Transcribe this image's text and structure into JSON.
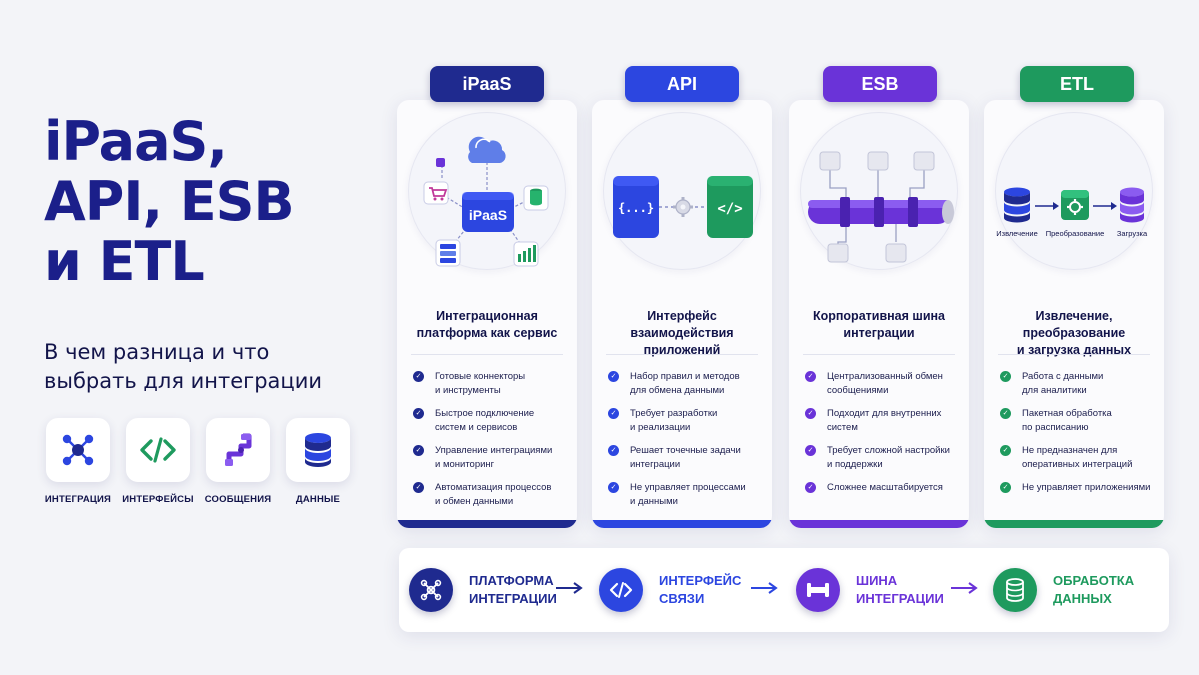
{
  "title": {
    "line1": "iPaaS,",
    "line2": "API, ESB",
    "line3": "и ETL"
  },
  "subtitle": {
    "line1": "В чем разница и что",
    "line2": "выбрать для интеграции"
  },
  "categories": [
    {
      "label": "ИНТЕГРАЦИЯ",
      "icon": "network-hub-icon"
    },
    {
      "label": "ИНТЕРФЕЙСЫ",
      "icon": "code-brackets-icon"
    },
    {
      "label": "СООБЩЕНИЯ",
      "icon": "message-pipe-icon"
    },
    {
      "label": "ДАННЫЕ",
      "icon": "database-icon"
    }
  ],
  "cards": [
    {
      "tab": "iPaaS",
      "color": "#1f2a8f",
      "illustration_label": "iPaaS",
      "title_line1": "Интеграционная",
      "title_line2": "платформа как сервис",
      "features": [
        {
          "l1": "Готовые коннекторы",
          "l2": "и инструменты"
        },
        {
          "l1": "Быстрое подключение",
          "l2": "систем и сервисов"
        },
        {
          "l1": "Управление интеграциями",
          "l2": "и мониторинг"
        },
        {
          "l1": "Автоматизация процессов",
          "l2": "и обмен данными"
        }
      ]
    },
    {
      "tab": "API",
      "color": "#2c46e0",
      "illustration_label_left": "{...}",
      "illustration_label_right": "</>",
      "title_line1": "Интерфейс взаимодействия",
      "title_line2": "приложений",
      "features": [
        {
          "l1": "Набор правил и методов",
          "l2": "для обмена данными"
        },
        {
          "l1": "Требует разработки",
          "l2": "и реализации"
        },
        {
          "l1": "Решает точечные задачи",
          "l2": "интеграции"
        },
        {
          "l1": "Не управляет процессами",
          "l2": "и данными"
        }
      ]
    },
    {
      "tab": "ESB",
      "color": "#6a33d8",
      "title_line1": "Корпоративная шина",
      "title_line2": "интеграции",
      "features": [
        {
          "l1": "Централизованный обмен",
          "l2": "сообщениями"
        },
        {
          "l1": "Подходит для внутренних",
          "l2": "систем"
        },
        {
          "l1": "Требует сложной настройки",
          "l2": "и поддержки"
        },
        {
          "l1": "Сложнее масштабируется",
          "l2": ""
        }
      ]
    },
    {
      "tab": "ETL",
      "color": "#1e9a5e",
      "illustration_labels": [
        "Извлечение",
        "Преобразование",
        "Загрузка"
      ],
      "title_line1": "Извлечение, преобразование",
      "title_line2": "и загрузка данных",
      "features": [
        {
          "l1": "Работа с данными",
          "l2": "для аналитики"
        },
        {
          "l1": "Пакетная обработка",
          "l2": "по расписанию"
        },
        {
          "l1": "Не предназначен для",
          "l2": "оперативных интеграций"
        },
        {
          "l1": "Не управляет приложениями",
          "l2": ""
        }
      ]
    }
  ],
  "flow": [
    {
      "label": "ПЛАТФОРМА\nИНТЕГРАЦИИ",
      "color": "#1f2a8f",
      "icon": "network-hub-icon"
    },
    {
      "label": "ИНТЕРФЕЙС\nСВЯЗИ",
      "color": "#2c46e0",
      "icon": "code-brackets-icon"
    },
    {
      "label": "ШИНА\nИНТЕГРАЦИИ",
      "color": "#6a33d8",
      "icon": "bus-icon"
    },
    {
      "label": "ОБРАБОТКА\nДАННЫХ",
      "color": "#1e9a5e",
      "icon": "database-icon"
    }
  ]
}
